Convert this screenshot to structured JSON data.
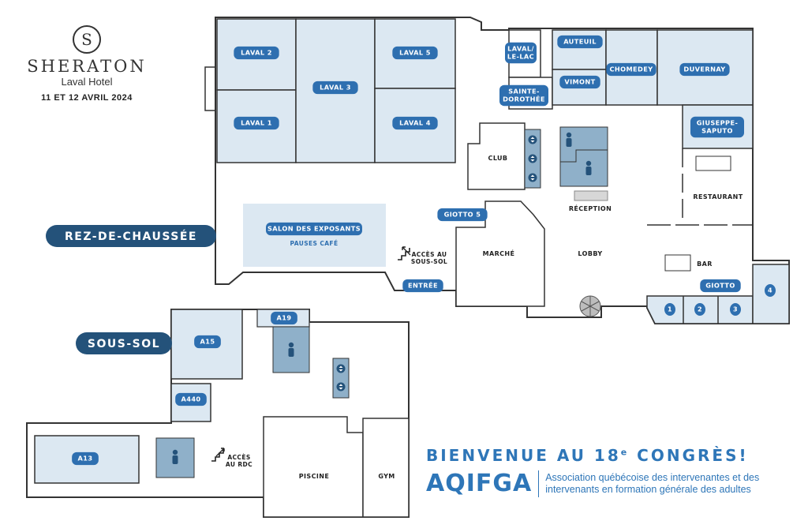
{
  "hotel": {
    "logo_letter": "S",
    "name": "SHERATON",
    "subtitle": "Laval Hotel",
    "dates": "11 ET 12 AVRIL 2024"
  },
  "floors": {
    "ground": "REZ-DE-CHAUSSÉE",
    "basement": "SOUS-SOL"
  },
  "rooms": {
    "laval2": "LAVAL 2",
    "laval3": "LAVAL 3",
    "laval5": "LAVAL 5",
    "laval1": "LAVAL 1",
    "laval4": "LAVAL 4",
    "laval_le_lac": [
      "LAVAL/",
      "LE-LAC"
    ],
    "sainte_dorothee": [
      "SAINTE-",
      "DOROTHÉE"
    ],
    "auteuil": "AUTEUIL",
    "vimont": "VIMONT",
    "chomedey": "CHOMEDEY",
    "duvernay": "DUVERNAY",
    "giuseppe_saputo": [
      "GIUSEPPE-",
      "SAPUTO"
    ],
    "giotto5": "GIOTTO 5",
    "giotto": "GIOTTO",
    "entree": "ENTRÉE",
    "a19": "A19",
    "a15": "A15",
    "a440": "A440",
    "a13": "A13",
    "giotto_numbers": [
      "1",
      "2",
      "3",
      "4"
    ]
  },
  "areas": {
    "salon": "SALON DES EXPOSANTS",
    "pauses": "PAUSES CAFÉ",
    "club": "CLUB",
    "reception": "RÉCEPTION",
    "restaurant": "RESTAURANT",
    "marche": "MARCHÉ",
    "lobby": "LOBBY",
    "bar": "BAR",
    "piscine": "PISCINE",
    "gym": "GYM"
  },
  "stairs": {
    "down": [
      "ACCÈS AU",
      "SOUS-SOL"
    ],
    "up": [
      "ACCÈS",
      "AU RDC"
    ]
  },
  "welcome": {
    "title_main": "BIENVENUE AU 18",
    "title_sup": "e",
    "title_end": " CONGRÈS!",
    "brand": "AQIFGA",
    "description": [
      "Association québécoise des intervenantes et des",
      "intervenants en formation générale des adultes"
    ]
  },
  "colors": {
    "room_fill": "#dce8f2",
    "wall": "#333333",
    "label_bg": "#2e6fb0",
    "floor_banner": "#24527a",
    "restroom_fill": "#8fb0c9",
    "accent": "#2e76b8"
  },
  "icons": {
    "elevator": "elevator-icon",
    "restroom": "restroom-icon",
    "stairs": "stairs-icon",
    "door": "revolving-door-icon"
  }
}
